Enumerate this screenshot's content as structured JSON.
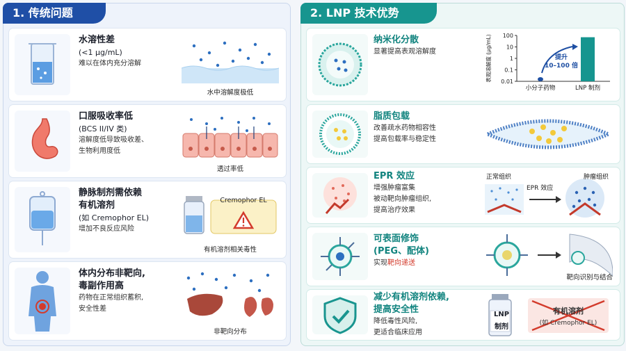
{
  "left": {
    "header": "1. 传统问题",
    "rows": [
      {
        "title": "水溶性差",
        "sub": "(<1 μg/mL)",
        "desc1": "难以在体内充分溶解",
        "desc2": "",
        "caption": "水中溶解度极低",
        "icon": "beaker-icon"
      },
      {
        "title": "口服吸收率低",
        "sub": "(BCS II/IV 类)",
        "desc1": "溶解度低导致吸收差、",
        "desc2": "生物利用度低",
        "caption": "透过率低",
        "icon": "stomach-icon"
      },
      {
        "title": "静脉制剂需依赖",
        "title2": "有机溶剂",
        "sub": "(如 Cremophor EL)",
        "desc1": "增加不良反应风险",
        "desc2": "",
        "caption": "有机溶剂相关毒性",
        "callout": "Cremophor EL",
        "icon": "iv-bag-icon"
      },
      {
        "title": "体内分布非靶向,",
        "title2": "毒副作用高",
        "desc1": "药物在正常组织蓄积,",
        "desc2": "安全性差",
        "caption": "非靶向分布",
        "icon": "human-body-icon"
      }
    ]
  },
  "right": {
    "header": "2. LNP 技术优势",
    "rows": [
      {
        "title": "纳米化分散",
        "desc1": "显著提高表观溶解度",
        "icon": "nanoparticle-icon"
      },
      {
        "title": "脂质包载",
        "desc1": "改善疏水药物相容性",
        "desc2": "提高包载率与稳定性",
        "icon": "lipid-nanoparticle-icon"
      },
      {
        "title": "EPR 效应",
        "desc1": "增强肿瘤富集",
        "desc2": "被动靶向肿瘤组织,",
        "desc3": "提高治疗效果",
        "label_normal": "正常组织",
        "label_epr": "EPR 效应",
        "label_tumor": "肿瘤组织",
        "icon": "tumor-vessel-icon"
      },
      {
        "title": "可表面修饰",
        "title2": "(PEG、配体)",
        "desc_pre": "实现",
        "desc_hl": "靶向递送",
        "caption": "靶向识别与结合",
        "icon": "ligand-particle-icon"
      },
      {
        "title": "减少有机溶剂依赖,",
        "title2": "提高安全性",
        "desc1": "降低毒性风险,",
        "desc2": "更适合临床应用",
        "vial_line1": "LNP",
        "vial_line2": "制剂",
        "crossed1": "有机溶剂",
        "crossed2": "(如 Cremophor EL)",
        "icon": "shield-check-icon"
      }
    ],
    "chart_data": {
      "type": "bar",
      "categories": [
        "小分子药物",
        "LNP 制剂"
      ],
      "values": [
        0.02,
        70
      ],
      "ylabel": "表观溶解度 (μg/mL)",
      "yscale": "log",
      "ylim": [
        0.01,
        100
      ],
      "yticks": [
        "100",
        "10",
        "1",
        "0.1",
        "0.01"
      ],
      "annotation": [
        "提升",
        "10–100 倍"
      ],
      "colors": {
        "small": "#1e4fa3",
        "lnp": "#16958f"
      }
    }
  }
}
